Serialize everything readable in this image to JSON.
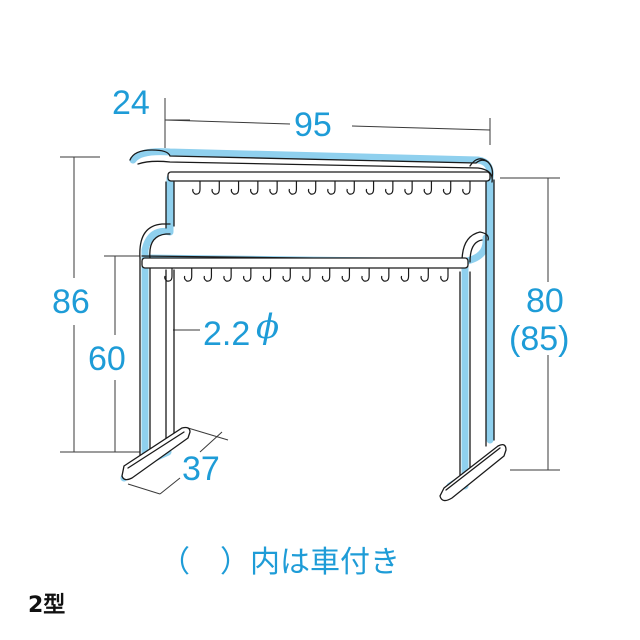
{
  "dimensions": {
    "depth_top": "24",
    "width": "95",
    "height_total": "86",
    "height_lower": "60",
    "height_right": "80",
    "height_right_alt": "(85)",
    "pipe_diameter_num": "2.2",
    "pipe_diameter_symbol": "ϕ",
    "base_depth": "37"
  },
  "caption": "（　）内は車付き",
  "model_label": "2型",
  "colors": {
    "accent": "#1e9cd7",
    "line": "#1a1a1a",
    "shadow": "#8fd0ee"
  },
  "hooks": {
    "upper_count": 15,
    "lower_count": 15
  }
}
